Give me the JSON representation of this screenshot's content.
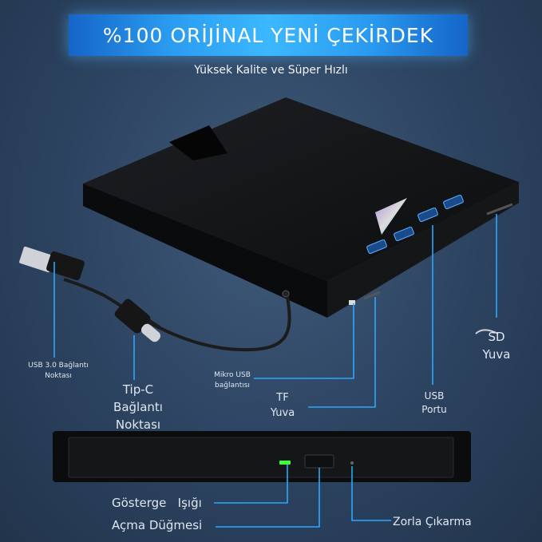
{
  "banner": {
    "title": "%100 ORİJİNAL YENİ ÇEKİRDEK"
  },
  "subtitle": "Yüksek Kalite ve Süper Hızlı",
  "labels": {
    "usb30_line1": "USB 3.0 Bağlantı",
    "usb30_line2": "Noktası",
    "typec_line1": "Tip-C",
    "typec_line2": "Bağlantı",
    "typec_line3": "Noktası",
    "micro_line1": "Mikro USB",
    "micro_line2": "bağlantısı",
    "tf_line1": "TF",
    "tf_line2": "Yuva",
    "usbport_line1": "USB",
    "usbport_line2": "Portu",
    "sd_line1": "SD",
    "sd_line2": "Yuva",
    "indicator": "Gösterge   Işığı",
    "open_button": "Açma Düğmesi",
    "force_eject": "Zorla Çıkarma"
  },
  "colors": {
    "accent": "#2a9bf0",
    "callout": "#2aa8ff",
    "indicator_led": "#3cff3c"
  }
}
